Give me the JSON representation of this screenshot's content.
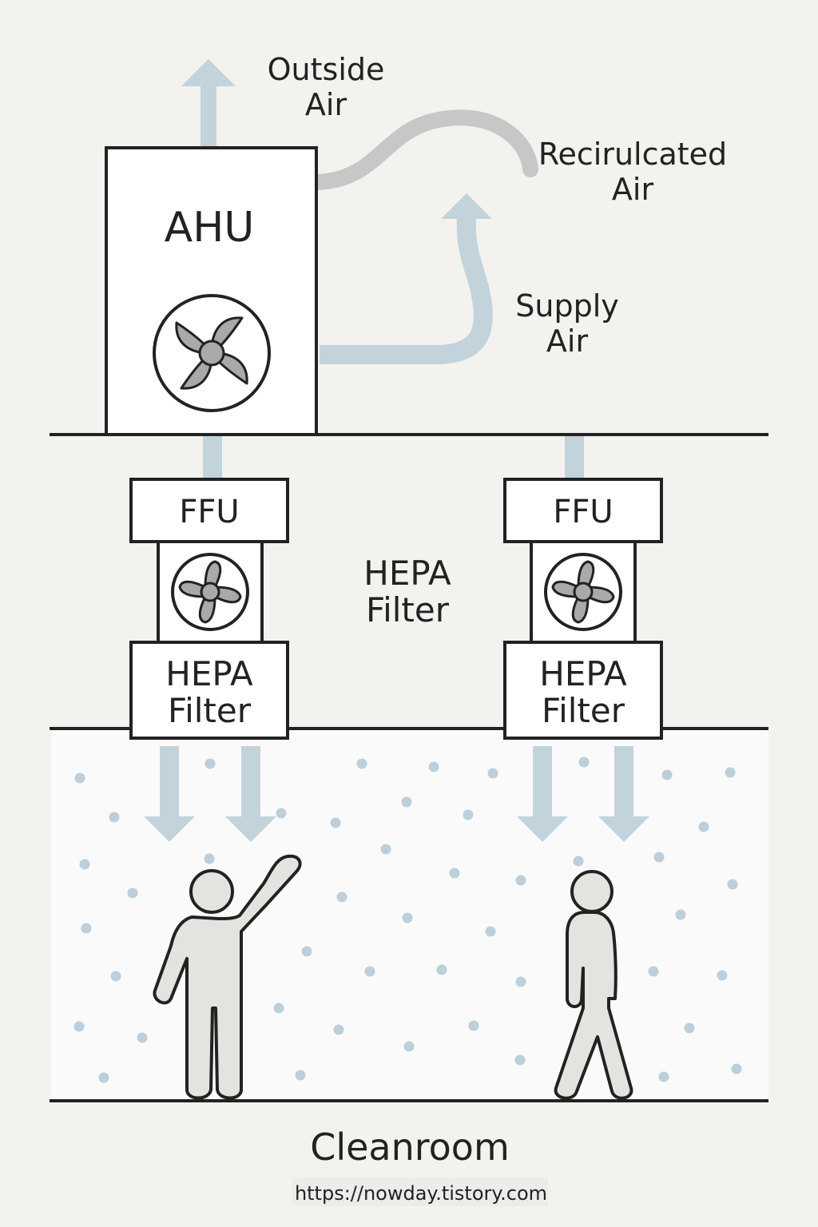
{
  "labels": {
    "outside_air_line1": "Outside",
    "outside_air_line2": "Air",
    "recirculated_air_line1": "Recirulcated",
    "recirculated_air_line2": "Air",
    "supply_air_line1": "Supply",
    "supply_air_line2": "Air",
    "ahu": "AHU",
    "ffu_left": "FFU",
    "ffu_right": "FFU",
    "hepa_center_line1": "HEPA",
    "hepa_center_line2": "Filter",
    "hepa_left_line1": "HEPA",
    "hepa_left_line2": "Filter",
    "hepa_right_line1": "HEPA",
    "hepa_right_line2": "Filter",
    "cleanroom": "Cleanroom",
    "watermark": "https://nowday.tistory.com"
  },
  "colors": {
    "airflow": "#c3d3dc",
    "recirculated": "#c7c7c7",
    "line": "#222222",
    "particles": "#bccfdb",
    "fan_blades": "#a9a9a9"
  },
  "icons": {
    "ahu_fan": "fan-icon",
    "ffu_fan": "fan-icon",
    "people": "person-icon"
  }
}
